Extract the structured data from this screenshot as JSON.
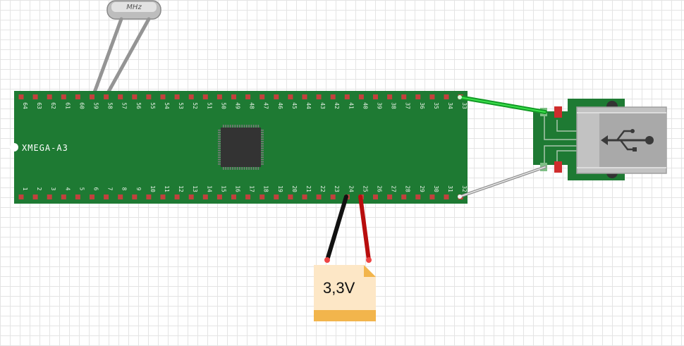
{
  "board": {
    "name": "XMEGA-A3",
    "top_pins": [
      "64",
      "63",
      "62",
      "61",
      "60",
      "59",
      "58",
      "57",
      "56",
      "55",
      "54",
      "53",
      "52",
      "51",
      "50",
      "49",
      "48",
      "47",
      "46",
      "45",
      "44",
      "43",
      "42",
      "41",
      "40",
      "39",
      "38",
      "37",
      "36",
      "35",
      "34",
      "33"
    ],
    "bottom_pins": [
      "1",
      "2",
      "3",
      "4",
      "5",
      "6",
      "7",
      "8",
      "9",
      "10",
      "11",
      "12",
      "13",
      "14",
      "15",
      "16",
      "17",
      "18",
      "19",
      "20",
      "21",
      "22",
      "23",
      "24",
      "25",
      "26",
      "27",
      "28",
      "29",
      "30",
      "31",
      "32"
    ]
  },
  "crystal": {
    "label": "MHz"
  },
  "battery": {
    "label": "3,3V"
  },
  "colors": {
    "pcb": "#1e7a33",
    "pin": "#c2413d",
    "wire_green": "#22c033",
    "wire_gray": "#9a9a9a",
    "wire_red": "#c81010",
    "wire_black": "#1a1a1a",
    "battery": "#fde7c6",
    "battery_band": "#f2b54c"
  },
  "icons": {
    "usb": "usb-icon",
    "chip": "chip-icon"
  }
}
